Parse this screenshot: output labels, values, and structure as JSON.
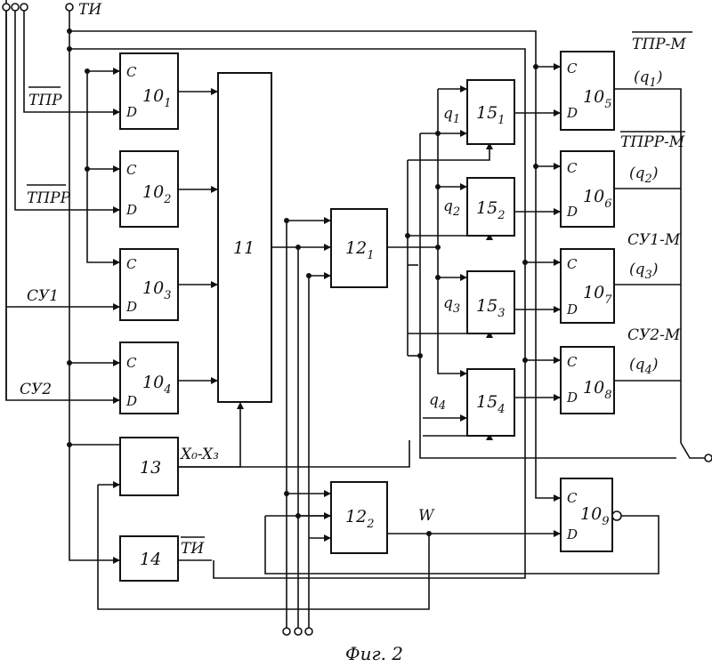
{
  "signals": {
    "ti": "ТИ",
    "ti_bar": "ТИ",
    "tpr": "ТПР",
    "tprr": "ТПРР",
    "su1": "СУ1",
    "su2": "СУ2",
    "x03": "X₀-X₃",
    "w": "W"
  },
  "blocks": {
    "b10_1": {
      "main": "10",
      "sub": "1",
      "c": "C",
      "d": "D"
    },
    "b10_2": {
      "main": "10",
      "sub": "2",
      "c": "C",
      "d": "D"
    },
    "b10_3": {
      "main": "10",
      "sub": "3",
      "c": "C",
      "d": "D"
    },
    "b10_4": {
      "main": "10",
      "sub": "4",
      "c": "C",
      "d": "D"
    },
    "b10_5": {
      "main": "10",
      "sub": "5",
      "c": "C",
      "d": "D"
    },
    "b10_6": {
      "main": "10",
      "sub": "6",
      "c": "C",
      "d": "D"
    },
    "b10_7": {
      "main": "10",
      "sub": "7",
      "c": "C",
      "d": "D"
    },
    "b10_8": {
      "main": "10",
      "sub": "8",
      "c": "C",
      "d": "D"
    },
    "b10_9": {
      "main": "10",
      "sub": "9",
      "c": "C",
      "d": "D"
    },
    "b11": {
      "main": "11"
    },
    "b12_1": {
      "main": "12",
      "sub": "1"
    },
    "b12_2": {
      "main": "12",
      "sub": "2"
    },
    "b13": {
      "main": "13"
    },
    "b14": {
      "main": "14"
    },
    "b15_1": {
      "main": "15",
      "sub": "1"
    },
    "b15_2": {
      "main": "15",
      "sub": "2"
    },
    "b15_3": {
      "main": "15",
      "sub": "3"
    },
    "b15_4": {
      "main": "15",
      "sub": "4"
    }
  },
  "q_labels": {
    "q1": {
      "main": "q",
      "sub": "1"
    },
    "q2": {
      "main": "q",
      "sub": "2"
    },
    "q3": {
      "main": "q",
      "sub": "3"
    },
    "q4": {
      "main": "q",
      "sub": "4"
    }
  },
  "outputs": {
    "o1": {
      "name": "ТПР-М",
      "q": "q",
      "sub": "1"
    },
    "o2": {
      "name": "ТПРР-М",
      "q": "q",
      "sub": "2"
    },
    "o3": {
      "name": "СУ1-М",
      "q": "q",
      "sub": "3"
    },
    "o4": {
      "name": "СУ2-М",
      "q": "q",
      "sub": "4"
    }
  },
  "caption": "Фиг. 2"
}
